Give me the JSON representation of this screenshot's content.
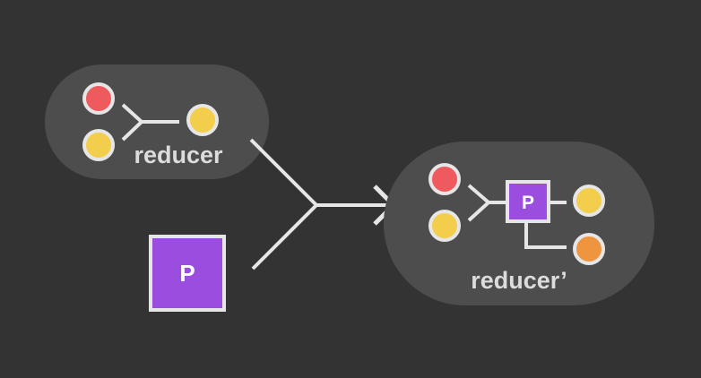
{
  "colors": {
    "background": "#333333",
    "pill": "#4d4d4d",
    "stroke": "#e6e6e6",
    "red": "#ee5a5d",
    "yellow": "#f3cd4c",
    "orange": "#f0953f",
    "purple": "#9b4de0"
  },
  "left_group": {
    "label": "reducer"
  },
  "standalone_box": {
    "label": "P"
  },
  "right_group": {
    "label": "reducer’",
    "box_label": "P"
  }
}
